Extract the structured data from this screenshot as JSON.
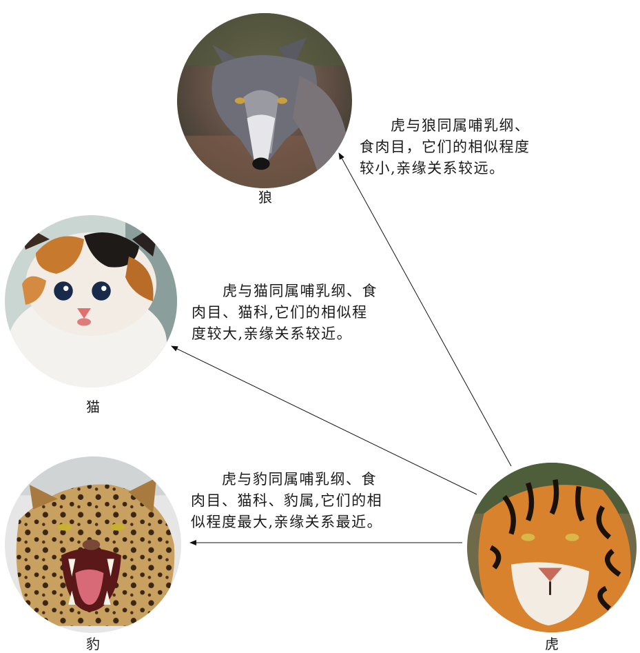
{
  "animals": {
    "wolf": "狼",
    "cat": "猫",
    "leopard": "豹",
    "tiger": "虎"
  },
  "descriptions": {
    "wolf": [
      "　　虎与狼同属哺乳纲、",
      "食肉目，它们的相似程度",
      "较小,亲缘关系较远。"
    ],
    "cat": [
      "　　虎与猫同属哺乳纲、食",
      "肉目、猫科,它们的相似程",
      "度较大,亲缘关系较近。"
    ],
    "leopard": [
      "　　虎与豹同属哺乳纲、食",
      "肉目、猫科、豹属,它们的相",
      "似程度最大,亲缘关系最近。"
    ]
  }
}
